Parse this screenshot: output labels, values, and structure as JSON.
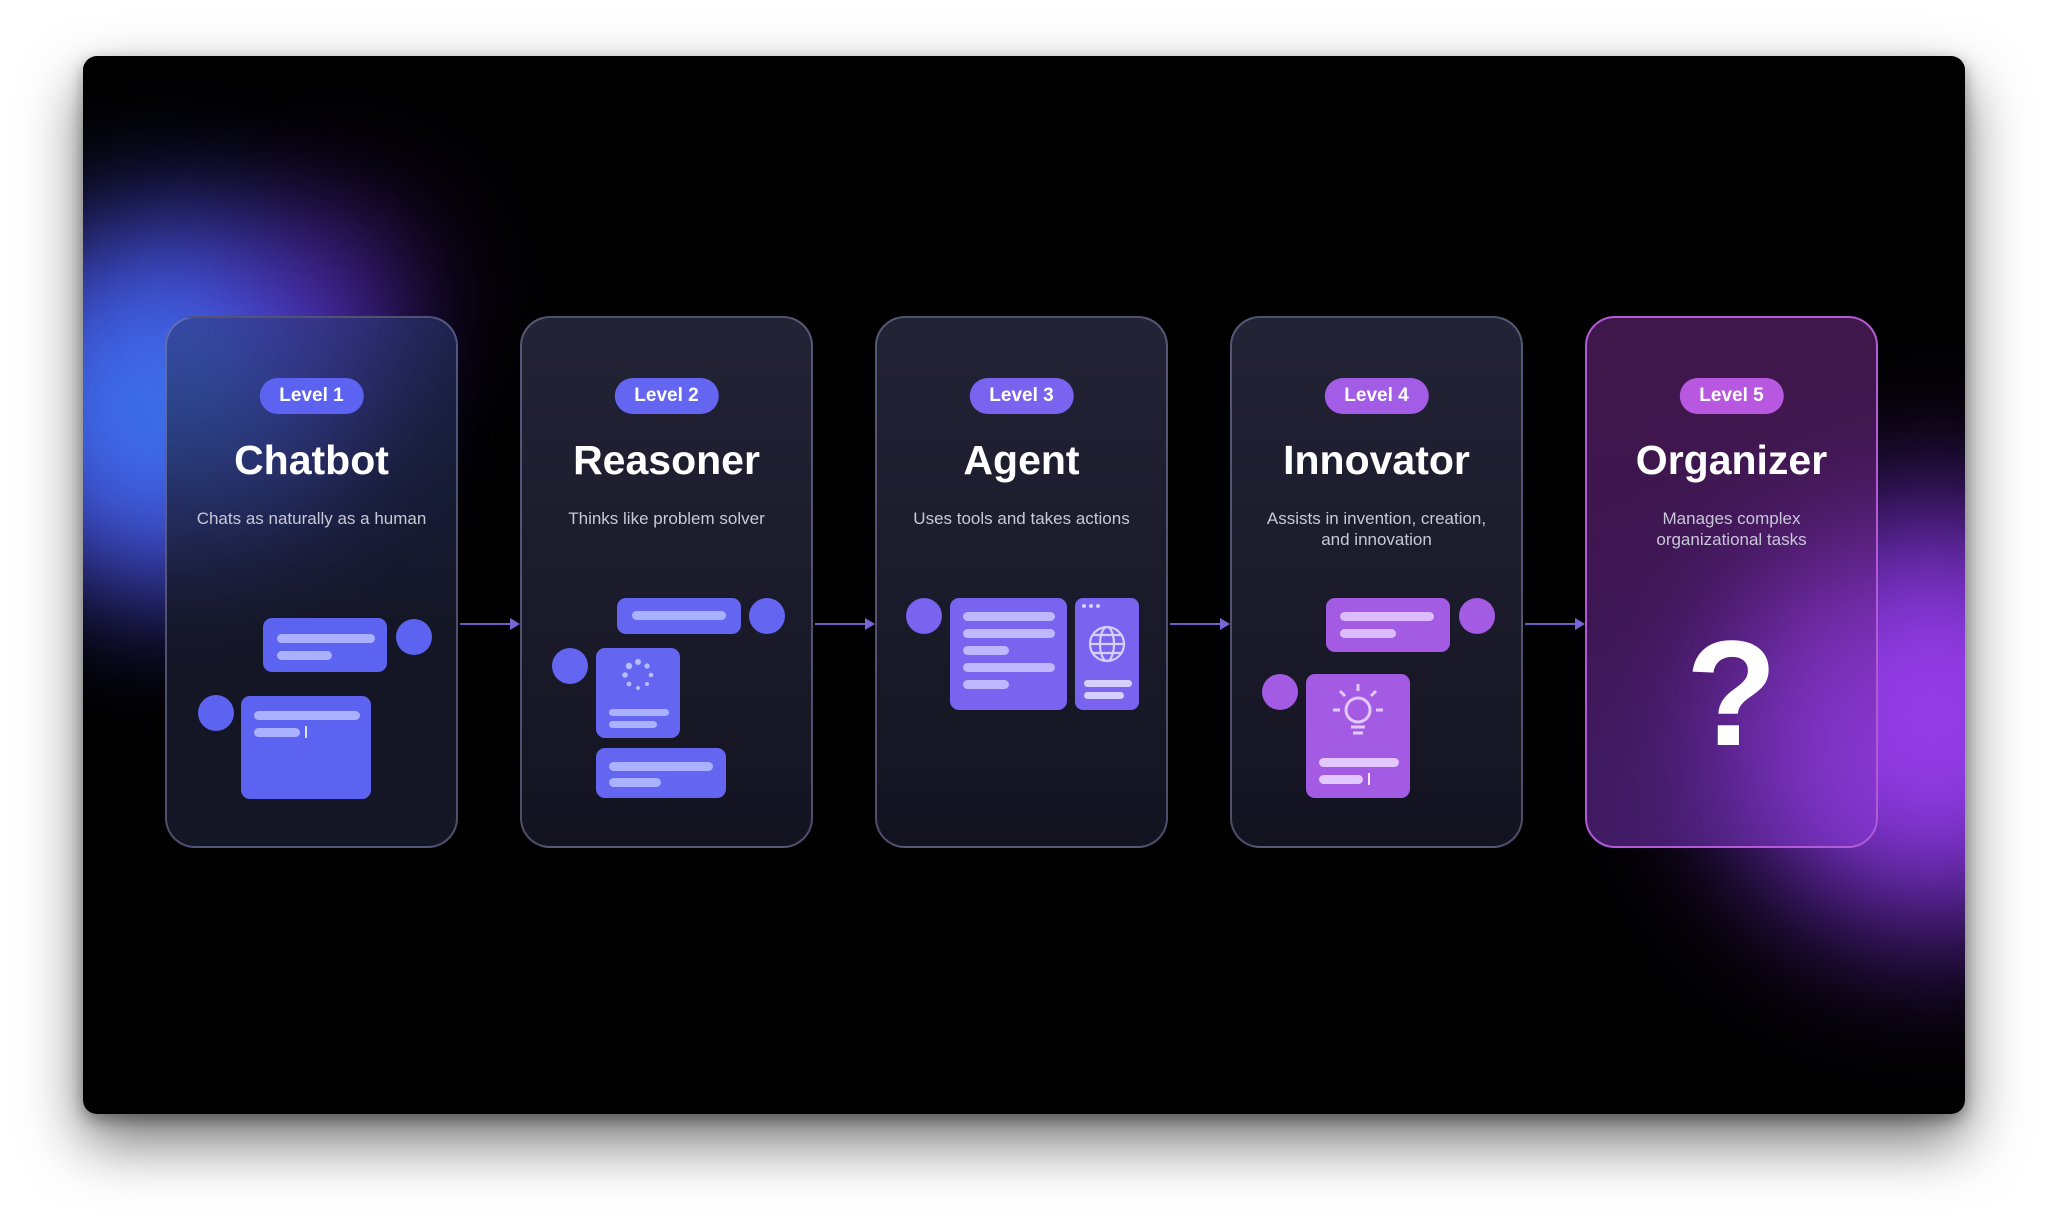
{
  "levels": [
    {
      "badge": "Level 1",
      "title": "Chatbot",
      "description": "Chats as naturally as a human",
      "color": "#5b63f0"
    },
    {
      "badge": "Level 2",
      "title": "Reasoner",
      "description": "Thinks like problem solver",
      "color": "#6466f1"
    },
    {
      "badge": "Level 3",
      "title": "Agent",
      "description": "Uses tools and takes actions",
      "color": "#7a63ee"
    },
    {
      "badge": "Level 4",
      "title": "Innovator",
      "description": "Assists in invention, creation, and innovation",
      "color": "#a25ce6"
    },
    {
      "badge": "Level 5",
      "title": "Organizer",
      "description": "Manages complex organizational tasks",
      "color": "#b857e0"
    }
  ],
  "organizer_glyph": "?",
  "colors": {
    "blue": "#5b63f0",
    "indigo": "#6c62ee",
    "purple": "#a45be4",
    "arrow": "#7a64d6",
    "border_default": "#55557a",
    "border_final": "#b35ad6"
  }
}
